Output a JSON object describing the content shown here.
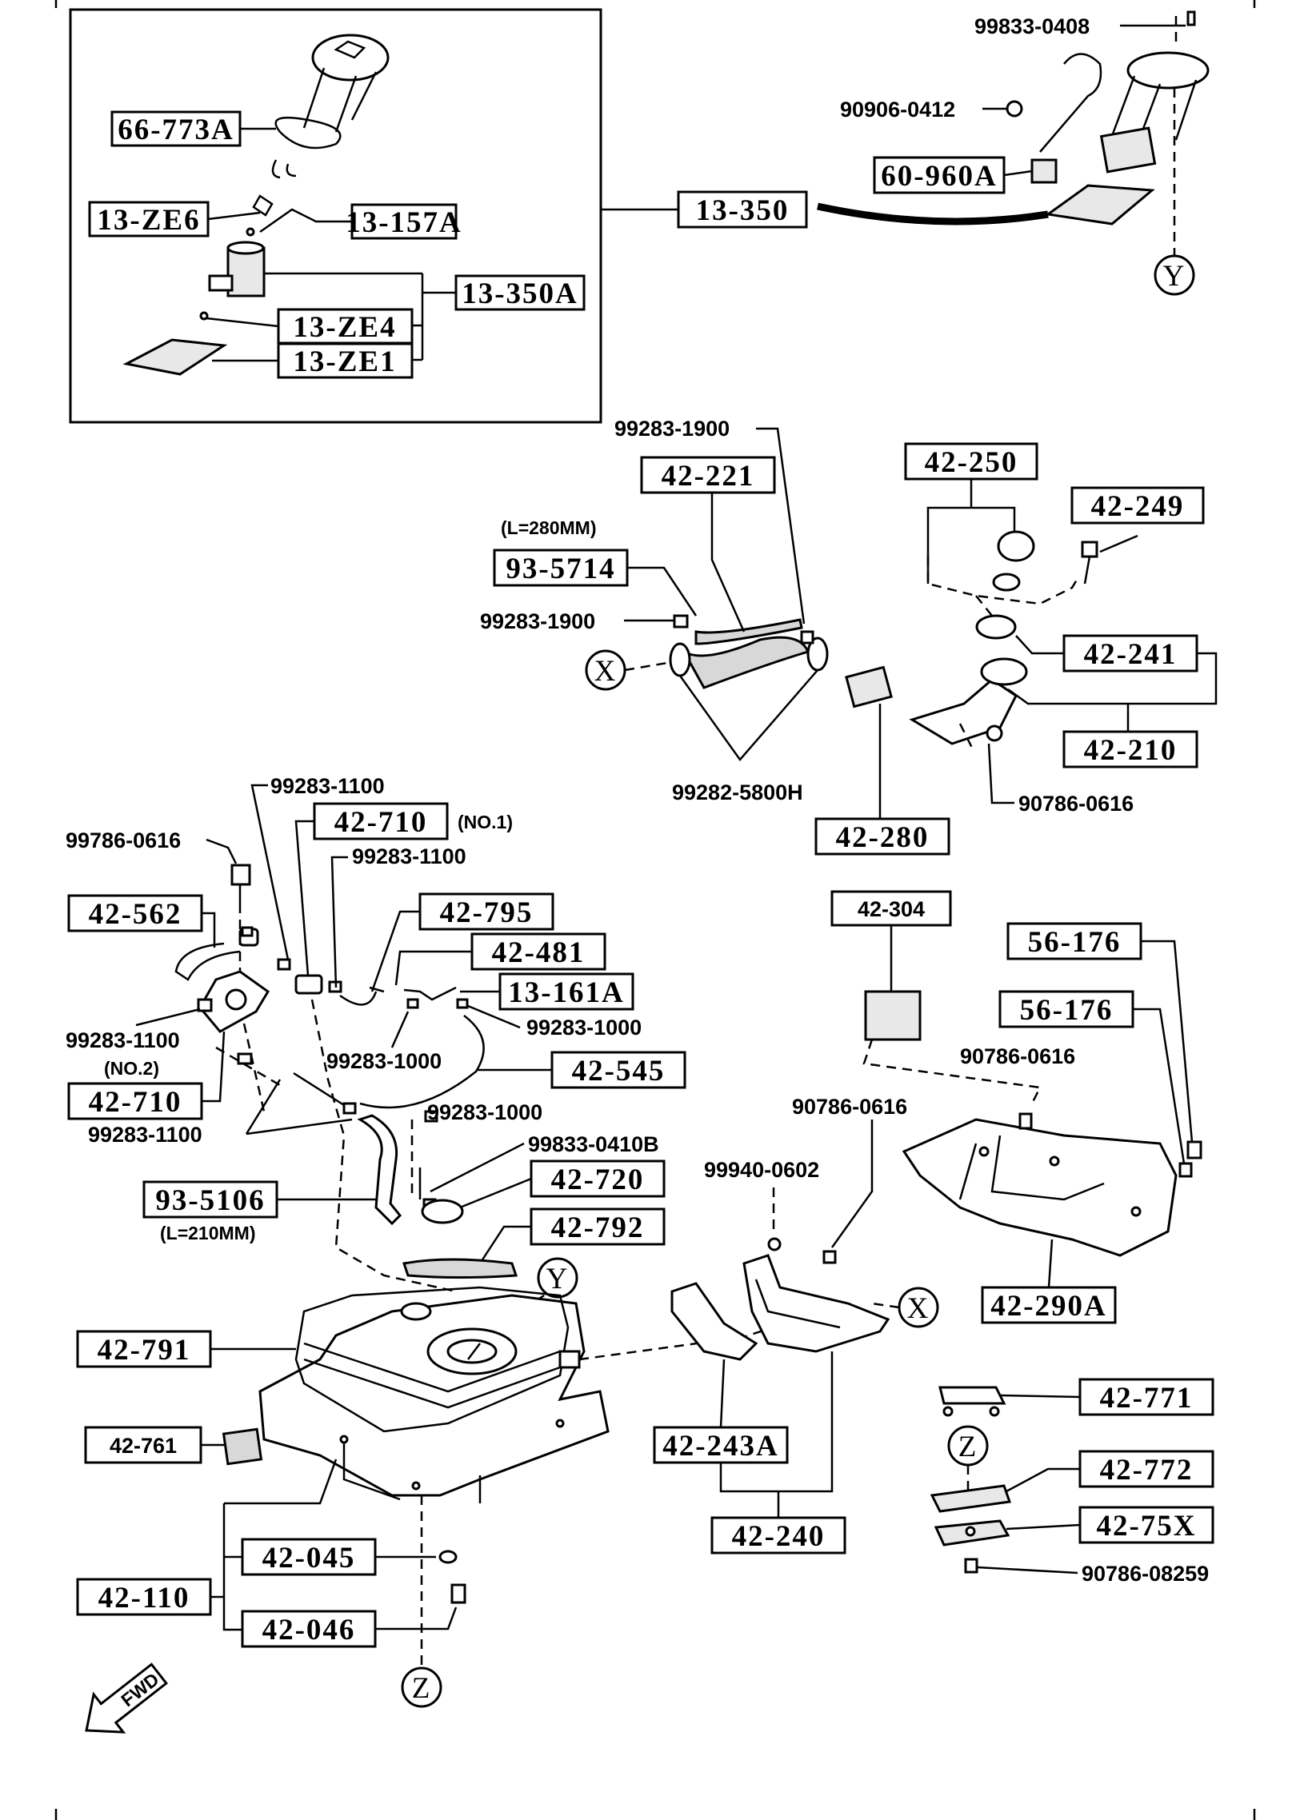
{
  "diagram": {
    "labels": {
      "p66_773A": "66-773A",
      "p13_ZE6": "13-ZE6",
      "p13_157A": "13-157A",
      "p13_350A": "13-350A",
      "p13_ZE4": "13-ZE4",
      "p13_ZE1": "13-ZE1",
      "p13_350": "13-350",
      "p99833_0408": "99833-0408",
      "p90906_0412": "90906-0412",
      "p60_960A": "60-960A",
      "p99283_1900a": "99283-1900",
      "p42_221": "42-221",
      "p42_250": "42-250",
      "p42_249": "42-249",
      "L280": "(L=280MM)",
      "p93_5714": "93-5714",
      "p99283_1900b": "99283-1900",
      "p42_241": "42-241",
      "p42_210": "42-210",
      "p99282_5800H": "99282-5800H",
      "p90786_0616a": "90786-0616",
      "p42_280": "42-280",
      "p99283_1100a": "99283-1100",
      "p42_710_no1": "42-710",
      "no1": "(NO.1)",
      "p99786_0616": "99786-0616",
      "p99283_1100b": "99283-1100",
      "p42_562": "42-562",
      "p42_795": "42-795",
      "p42_481": "42-481",
      "p13_161A": "13-161A",
      "p99283_1100c": "99283-1100",
      "no2": "(NO.2)",
      "p99283_1000a": "99283-1000",
      "p99283_1000b": "99283-1000",
      "p42_545": "42-545",
      "p42_710_no2": "42-710",
      "p99283_1100d": "99283-1100",
      "p99283_1000c": "99283-1000",
      "p99833_0410B": "99833-0410B",
      "p42_720": "42-720",
      "p93_5106": "93-5106",
      "L210": "(L=210MM)",
      "p42_792": "42-792",
      "p42_304": "42-304",
      "p56_176a": "56-176",
      "p56_176b": "56-176",
      "p90786_0616b": "90786-0616",
      "p90786_0616c": "90786-0616",
      "p99940_0602": "99940-0602",
      "p42_290A": "42-290A",
      "p42_791": "42-791",
      "p42_761": "42-761",
      "p42_243A": "42-243A",
      "p42_240": "42-240",
      "p42_771": "42-771",
      "p42_772": "42-772",
      "p42_75X": "42-75X",
      "p90786_08259": "90786-08259",
      "p42_045": "42-045",
      "p42_110": "42-110",
      "p42_046": "42-046"
    },
    "markers": {
      "x1": "X",
      "x2": "X",
      "y1": "Y",
      "y2": "Y",
      "z1": "Z",
      "z2": "Z"
    },
    "fwd": "FWD"
  }
}
